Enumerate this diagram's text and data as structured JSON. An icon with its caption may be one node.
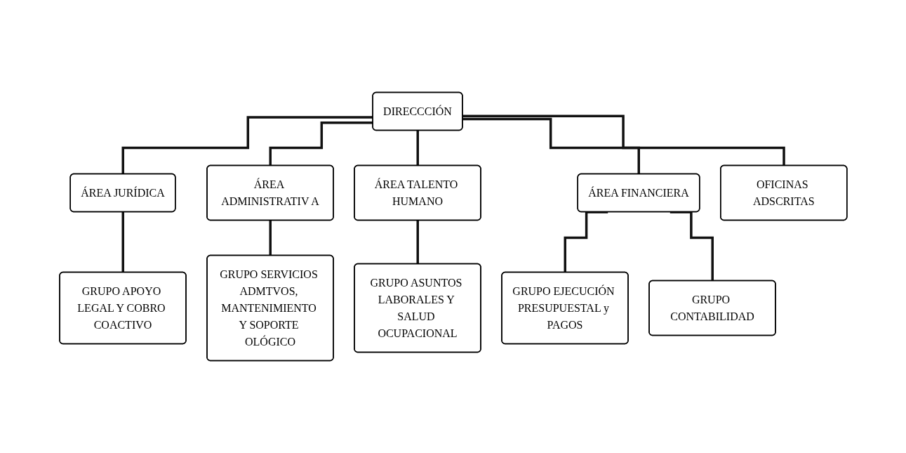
{
  "diagram": {
    "nodes": [
      {
        "text": [
          "DIRECCCIÓN"
        ]
      },
      {
        "text": [
          "ÁREA JURÍDICA"
        ]
      },
      {
        "text": [
          "ÁREA ADMINISTRATIV A"
        ]
      },
      {
        "text": [
          "ÁREA TALENTO HUMANO"
        ]
      },
      {
        "text": [
          "ÁREA FINANCIERA"
        ]
      },
      {
        "text": [
          "OFICINAS ADSCRITAS"
        ]
      },
      {
        "text": [
          "GRUPO APOYO LEGAL Y COBRO COACTIVO"
        ]
      },
      {
        "text": [
          "GRUPO SERVICIOS ADMTVOS, MANTENIMIENTO Y SOPORTE OLÓGICO"
        ]
      },
      {
        "text": [
          "GRUPO ASUNTOS LABORALES Y SALUD OCUPACIONAL"
        ]
      },
      {
        "text": [
          "GRUPO EJECUCIÓN PRESUPUESTAL y PAGOS"
        ]
      },
      {
        "text": [
          "GRUPO CONTABILIDAD"
        ]
      }
    ],
    "edges": [
      {
        "from": 0,
        "to": 1,
        "arrow": "none"
      },
      {
        "from": 0,
        "to": 2,
        "arrow": "none"
      },
      {
        "from": 0,
        "to": 3,
        "arrow": "none"
      },
      {
        "from": 0,
        "to": 4,
        "arrow": "none"
      },
      {
        "from": 0,
        "to": 5,
        "arrow": "none"
      },
      {
        "from": 1,
        "to": 6,
        "arrow": "none"
      },
      {
        "from": 2,
        "to": 7,
        "arrow": "none"
      },
      {
        "from": 3,
        "to": 8,
        "arrow": "none"
      },
      {
        "from": 4,
        "to": 9,
        "arrow": "none"
      },
      {
        "from": 4,
        "to": 10,
        "arrow": "none"
      }
    ]
  }
}
